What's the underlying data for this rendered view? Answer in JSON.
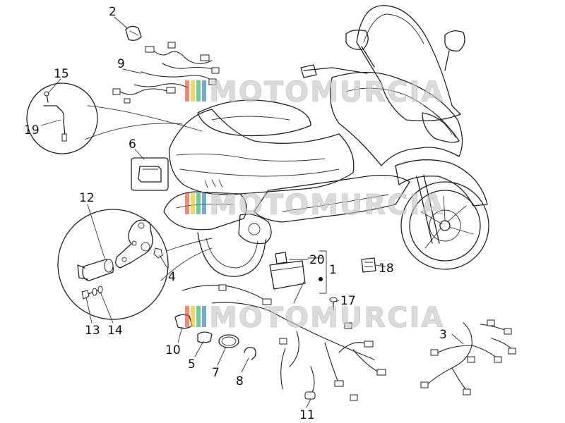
{
  "callouts": [
    {
      "id": "c2",
      "text": "2"
    },
    {
      "id": "c9",
      "text": "9"
    },
    {
      "id": "c15",
      "text": "15"
    },
    {
      "id": "c19",
      "text": "19"
    },
    {
      "id": "c6",
      "text": "6"
    },
    {
      "id": "c12",
      "text": "12"
    },
    {
      "id": "c4",
      "text": "4"
    },
    {
      "id": "c13",
      "text": "13"
    },
    {
      "id": "c14",
      "text": "14"
    },
    {
      "id": "c20",
      "text": "20"
    },
    {
      "id": "c1",
      "text": "1"
    },
    {
      "id": "c18",
      "text": "18"
    },
    {
      "id": "c17",
      "text": "17"
    },
    {
      "id": "c3",
      "text": "3"
    },
    {
      "id": "c10",
      "text": "10"
    },
    {
      "id": "c5",
      "text": "5"
    },
    {
      "id": "c7",
      "text": "7"
    },
    {
      "id": "c8",
      "text": "8"
    },
    {
      "id": "c11",
      "text": "11"
    }
  ],
  "watermark": {
    "text": "MOTOMURCIA",
    "colors": [
      "#e74c3c",
      "#f1c40f",
      "#27ae60",
      "#2980b9"
    ]
  },
  "line_color": "#222222"
}
